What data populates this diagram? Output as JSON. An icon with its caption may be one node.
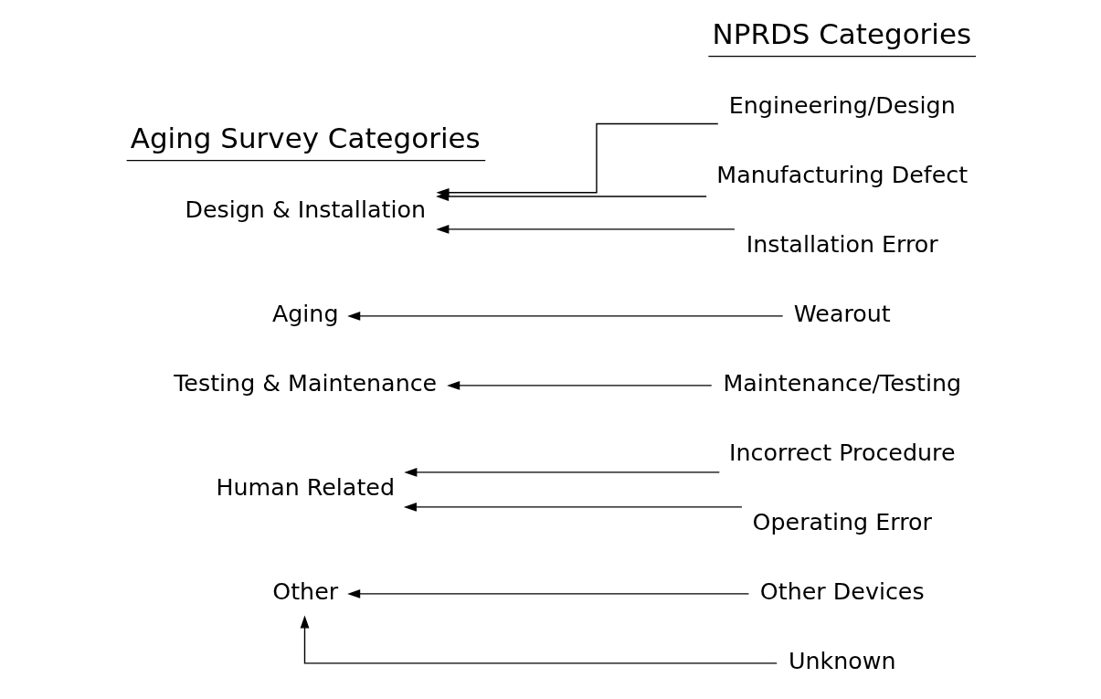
{
  "diagram": {
    "nodes": [
      {
        "text": [
          "Design & Installation"
        ]
      },
      {
        "text": [
          "Engineering/Design"
        ]
      },
      {
        "text": [
          "Manufacturing Defect"
        ]
      },
      {
        "text": [
          "Installation Error"
        ]
      },
      {
        "text": [
          "Aging"
        ]
      },
      {
        "text": [
          "Wearout"
        ]
      },
      {
        "text": [
          "Testing & Maintenance"
        ]
      },
      {
        "text": [
          "Maintenance/Testing"
        ]
      },
      {
        "text": [
          "Human Related"
        ]
      },
      {
        "text": [
          "Incorrect Procedure"
        ]
      },
      {
        "text": [
          "Operating Error"
        ]
      },
      {
        "text": [
          "Other"
        ]
      },
      {
        "text": [
          "Other Devices"
        ]
      },
      {
        "text": [
          "Unknown"
        ]
      }
    ],
    "edges": [
      {
        "from": 1,
        "to": 0,
        "arrow": "to"
      },
      {
        "from": 2,
        "to": 0,
        "arrow": "to"
      },
      {
        "from": 3,
        "to": 0,
        "arrow": "to"
      },
      {
        "from": 5,
        "to": 4,
        "arrow": "to"
      },
      {
        "from": 7,
        "to": 6,
        "arrow": "to"
      },
      {
        "from": 9,
        "to": 8,
        "arrow": "to"
      },
      {
        "from": 10,
        "to": 8,
        "arrow": "to"
      },
      {
        "from": 12,
        "to": 11,
        "arrow": "to"
      },
      {
        "from": 13,
        "to": 11,
        "arrow": "to"
      }
    ],
    "labels": [
      "Aging Survey Categories",
      "NPRDS Categories"
    ]
  }
}
